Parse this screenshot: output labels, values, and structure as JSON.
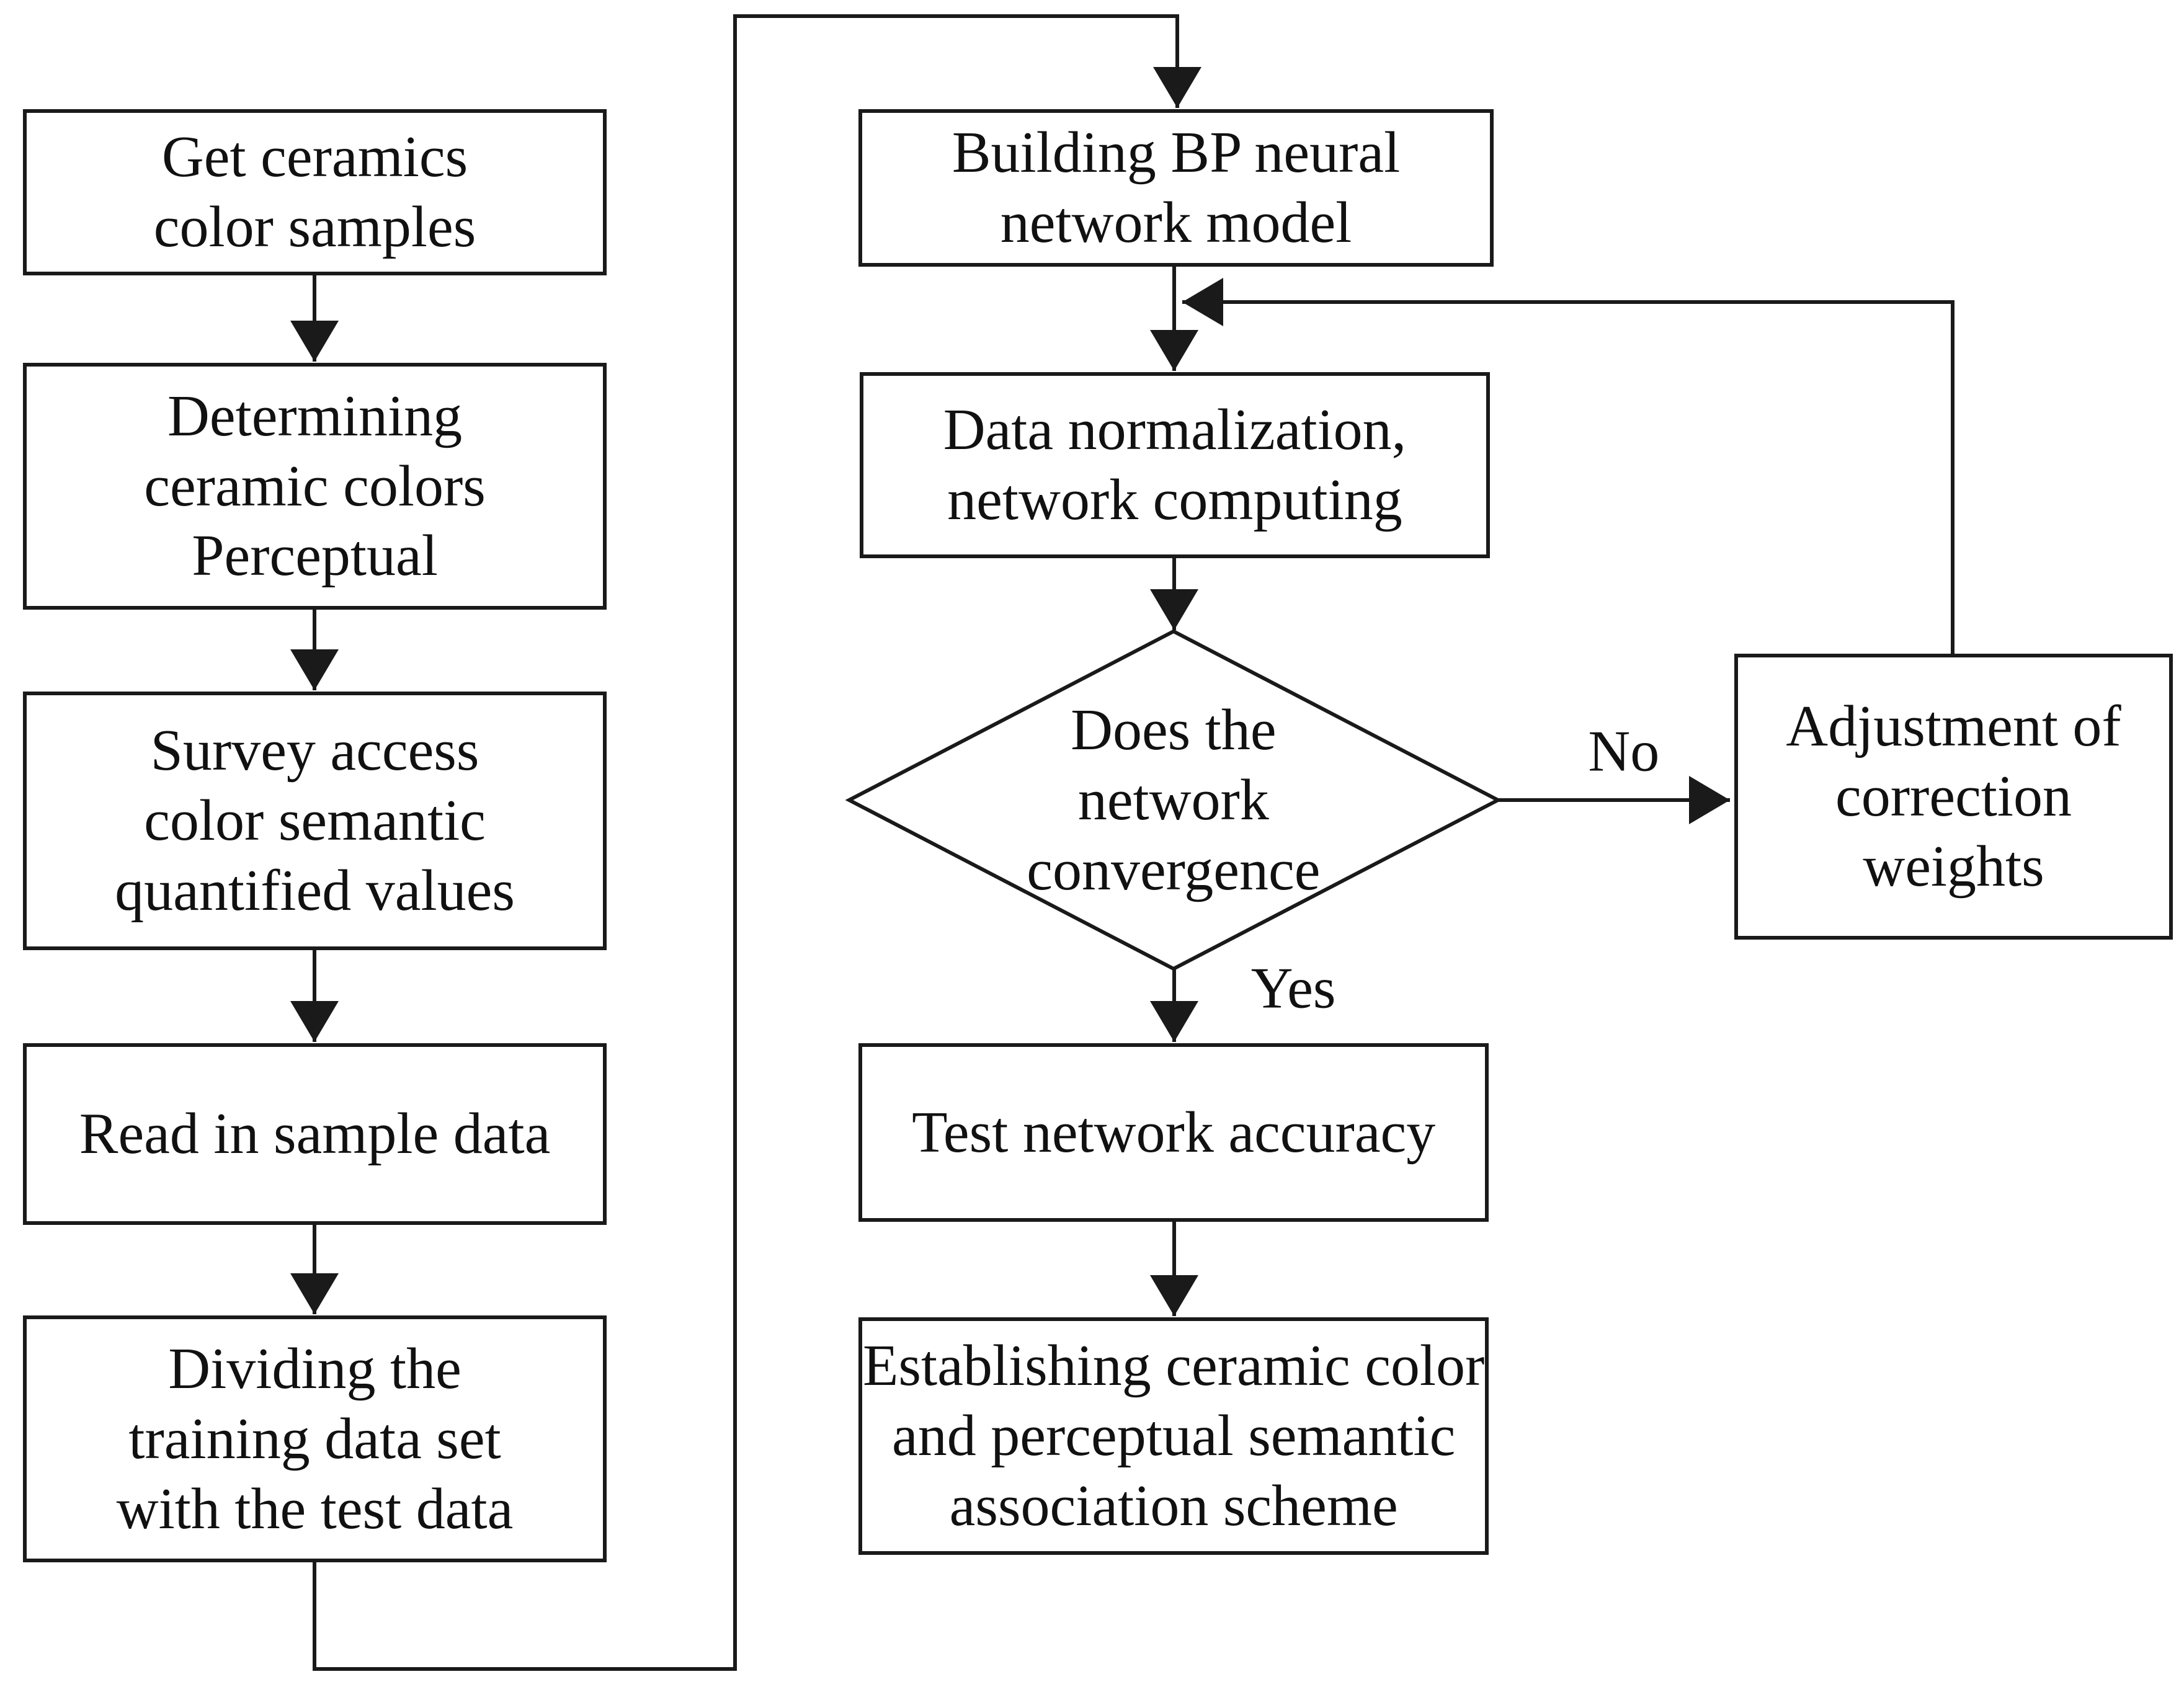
{
  "diagram": {
    "type": "flowchart",
    "colors": {
      "stroke": "#1a1a1a",
      "background": "#ffffff",
      "text": "#111111"
    },
    "nodes": {
      "get_samples": {
        "shape": "rect",
        "lines": [
          "Get ceramics",
          "color samples"
        ]
      },
      "determine_colors": {
        "shape": "rect",
        "lines": [
          "Determining",
          "ceramic colors",
          "Perceptual"
        ]
      },
      "survey_values": {
        "shape": "rect",
        "lines": [
          "Survey access",
          "color semantic",
          "quantified values"
        ]
      },
      "read_data": {
        "shape": "rect",
        "lines": [
          "Read in sample data"
        ]
      },
      "divide_data": {
        "shape": "rect",
        "lines": [
          "Dividing the",
          "training data set",
          "with the test data"
        ]
      },
      "build_bp": {
        "shape": "rect",
        "lines": [
          "Building BP neural",
          "network model"
        ]
      },
      "normalization": {
        "shape": "rect",
        "lines": [
          "Data normalization,",
          "network computing"
        ]
      },
      "convergence": {
        "shape": "diamond",
        "lines": [
          "Does the",
          "network",
          "convergence"
        ]
      },
      "test_accuracy": {
        "shape": "rect",
        "lines": [
          "Test network accuracy"
        ]
      },
      "establish_scheme": {
        "shape": "rect",
        "lines": [
          "Establishing ceramic color",
          "and perceptual semantic",
          "association scheme"
        ]
      },
      "adjust_weights": {
        "shape": "rect",
        "lines": [
          "Adjustment of",
          "correction",
          "weights"
        ]
      }
    },
    "edge_labels": {
      "no": "No",
      "yes": "Yes"
    }
  }
}
